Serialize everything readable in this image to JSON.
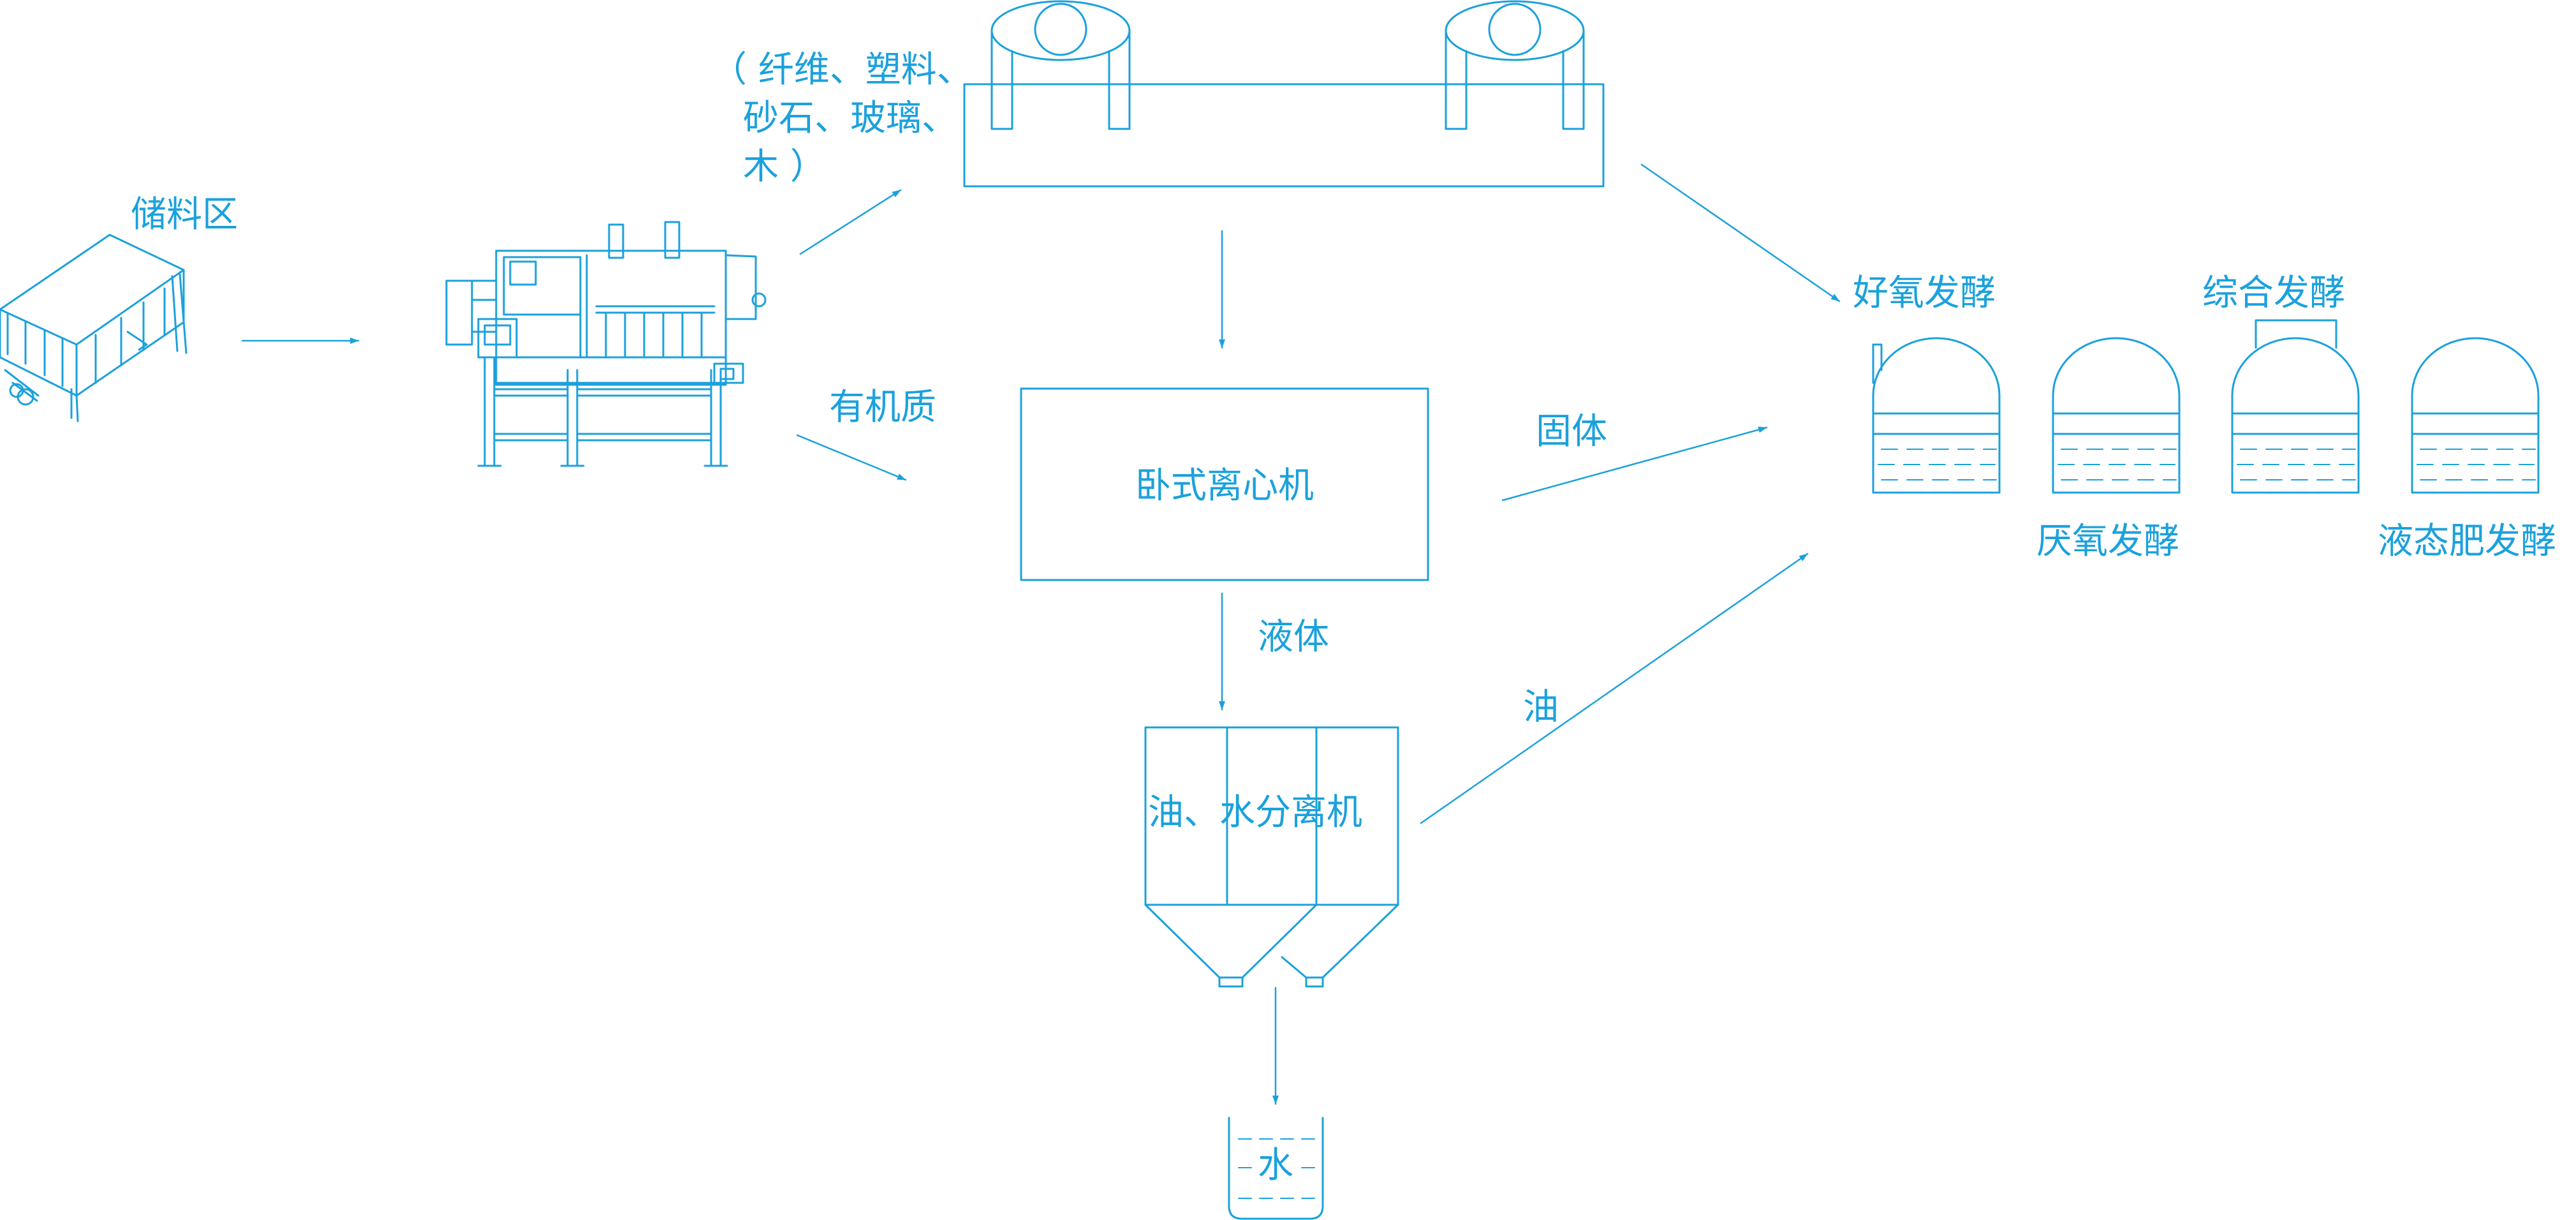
{
  "colors": {
    "stroke": "#1ba1dc",
    "text": "#1ba1dc",
    "background": "#ffffff"
  },
  "labels": {
    "storage_area": "储料区",
    "impurities_line1": "（ 纤维、塑料、",
    "impurities_line2": "砂石、玻璃、",
    "impurities_line3": "木 ）",
    "organic_matter": "有机质",
    "centrifuge": "卧式离心机",
    "solid": "固体",
    "liquid": "液体",
    "oil": "油",
    "oil_water_separator": "油、水分离机",
    "water": "水",
    "aerobic": "好氧发酵",
    "integrated": "综合发酵",
    "anaerobic": "厌氧发酵",
    "liquid_fertilizer": "液态肥发酵"
  }
}
